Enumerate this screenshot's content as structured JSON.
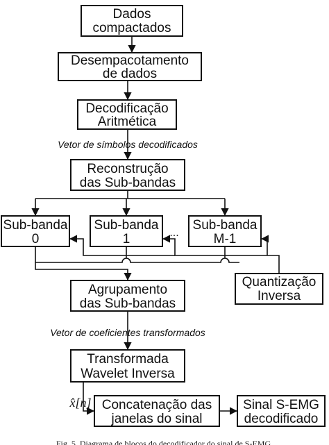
{
  "boxes": {
    "compressed": [
      "Dados",
      "compactados"
    ],
    "unpacking": [
      "Desempacotamento",
      "de dados"
    ],
    "arith_decoding": [
      "Decodificação",
      "Aritmética"
    ],
    "reconstruction": [
      "Reconstrução",
      "das Sub-bandas"
    ],
    "subband_0": [
      "Sub-banda",
      "0"
    ],
    "subband_1": [
      "Sub-banda",
      "1"
    ],
    "subband_m1": [
      "Sub-banda",
      "M-1"
    ],
    "inverse_quant": [
      "Quantização",
      "Inversa"
    ],
    "grouping": [
      "Agrupamento",
      "das Sub-bandas"
    ],
    "inverse_wavelet": [
      "Transformada",
      "Wavelet Inversa"
    ],
    "concatenation": [
      "Concatenação das",
      "janelas do sinal"
    ],
    "decoded_signal": [
      "Sinal S-EMG",
      "decodificado"
    ]
  },
  "labels": {
    "decoded_symbols": "Vetor de símbolos decodificados",
    "transformed_coeffs": "Vetor de coeficientes transformados",
    "ellipsis": "...",
    "signal_symbol": "x̂[n]"
  },
  "caption": "Fig. 5. Diagrama de blocos do decodificador do sinal de S-EMG."
}
